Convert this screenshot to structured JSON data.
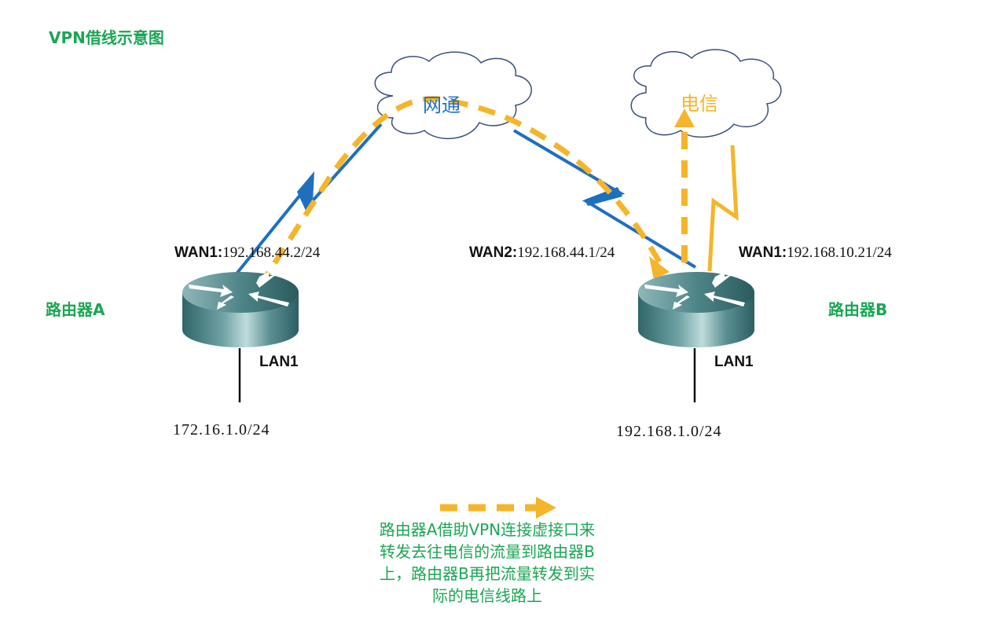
{
  "title": "VPN借线示意图",
  "clouds": [
    {
      "id": "netcom",
      "label": "网通",
      "color": "#1f6fbf"
    },
    {
      "id": "telecom",
      "label": "电信",
      "color": "#f5b52a"
    }
  ],
  "routers": [
    {
      "name": "路由器A",
      "wan_prefix": "WAN1:",
      "wan_ip": "192.168.44.2/24",
      "lan_label": "LAN1",
      "subnet": "172.16.1.0/24"
    },
    {
      "name": "路由器B",
      "wan2_prefix": "WAN2:",
      "wan2_ip": "192.168.44.1/24",
      "wan1_prefix": "WAN1:",
      "wan1_ip": "192.168.10.21/24",
      "lan_label": "LAN1",
      "subnet": "192.168.1.0/24"
    }
  ],
  "legend": {
    "arrow_style": "dashed-orange-arrow",
    "text": "路由器A借助VPN连接虚接口来转发去往电信的流量到路由器B上，路由器B再把流量转发到实际的电信线路上"
  },
  "colors": {
    "label_green": "#1aa654",
    "link_blue": "#1f6fbf",
    "vpn_orange": "#f5b52a",
    "cloud_outline": "#3a4f7a"
  }
}
